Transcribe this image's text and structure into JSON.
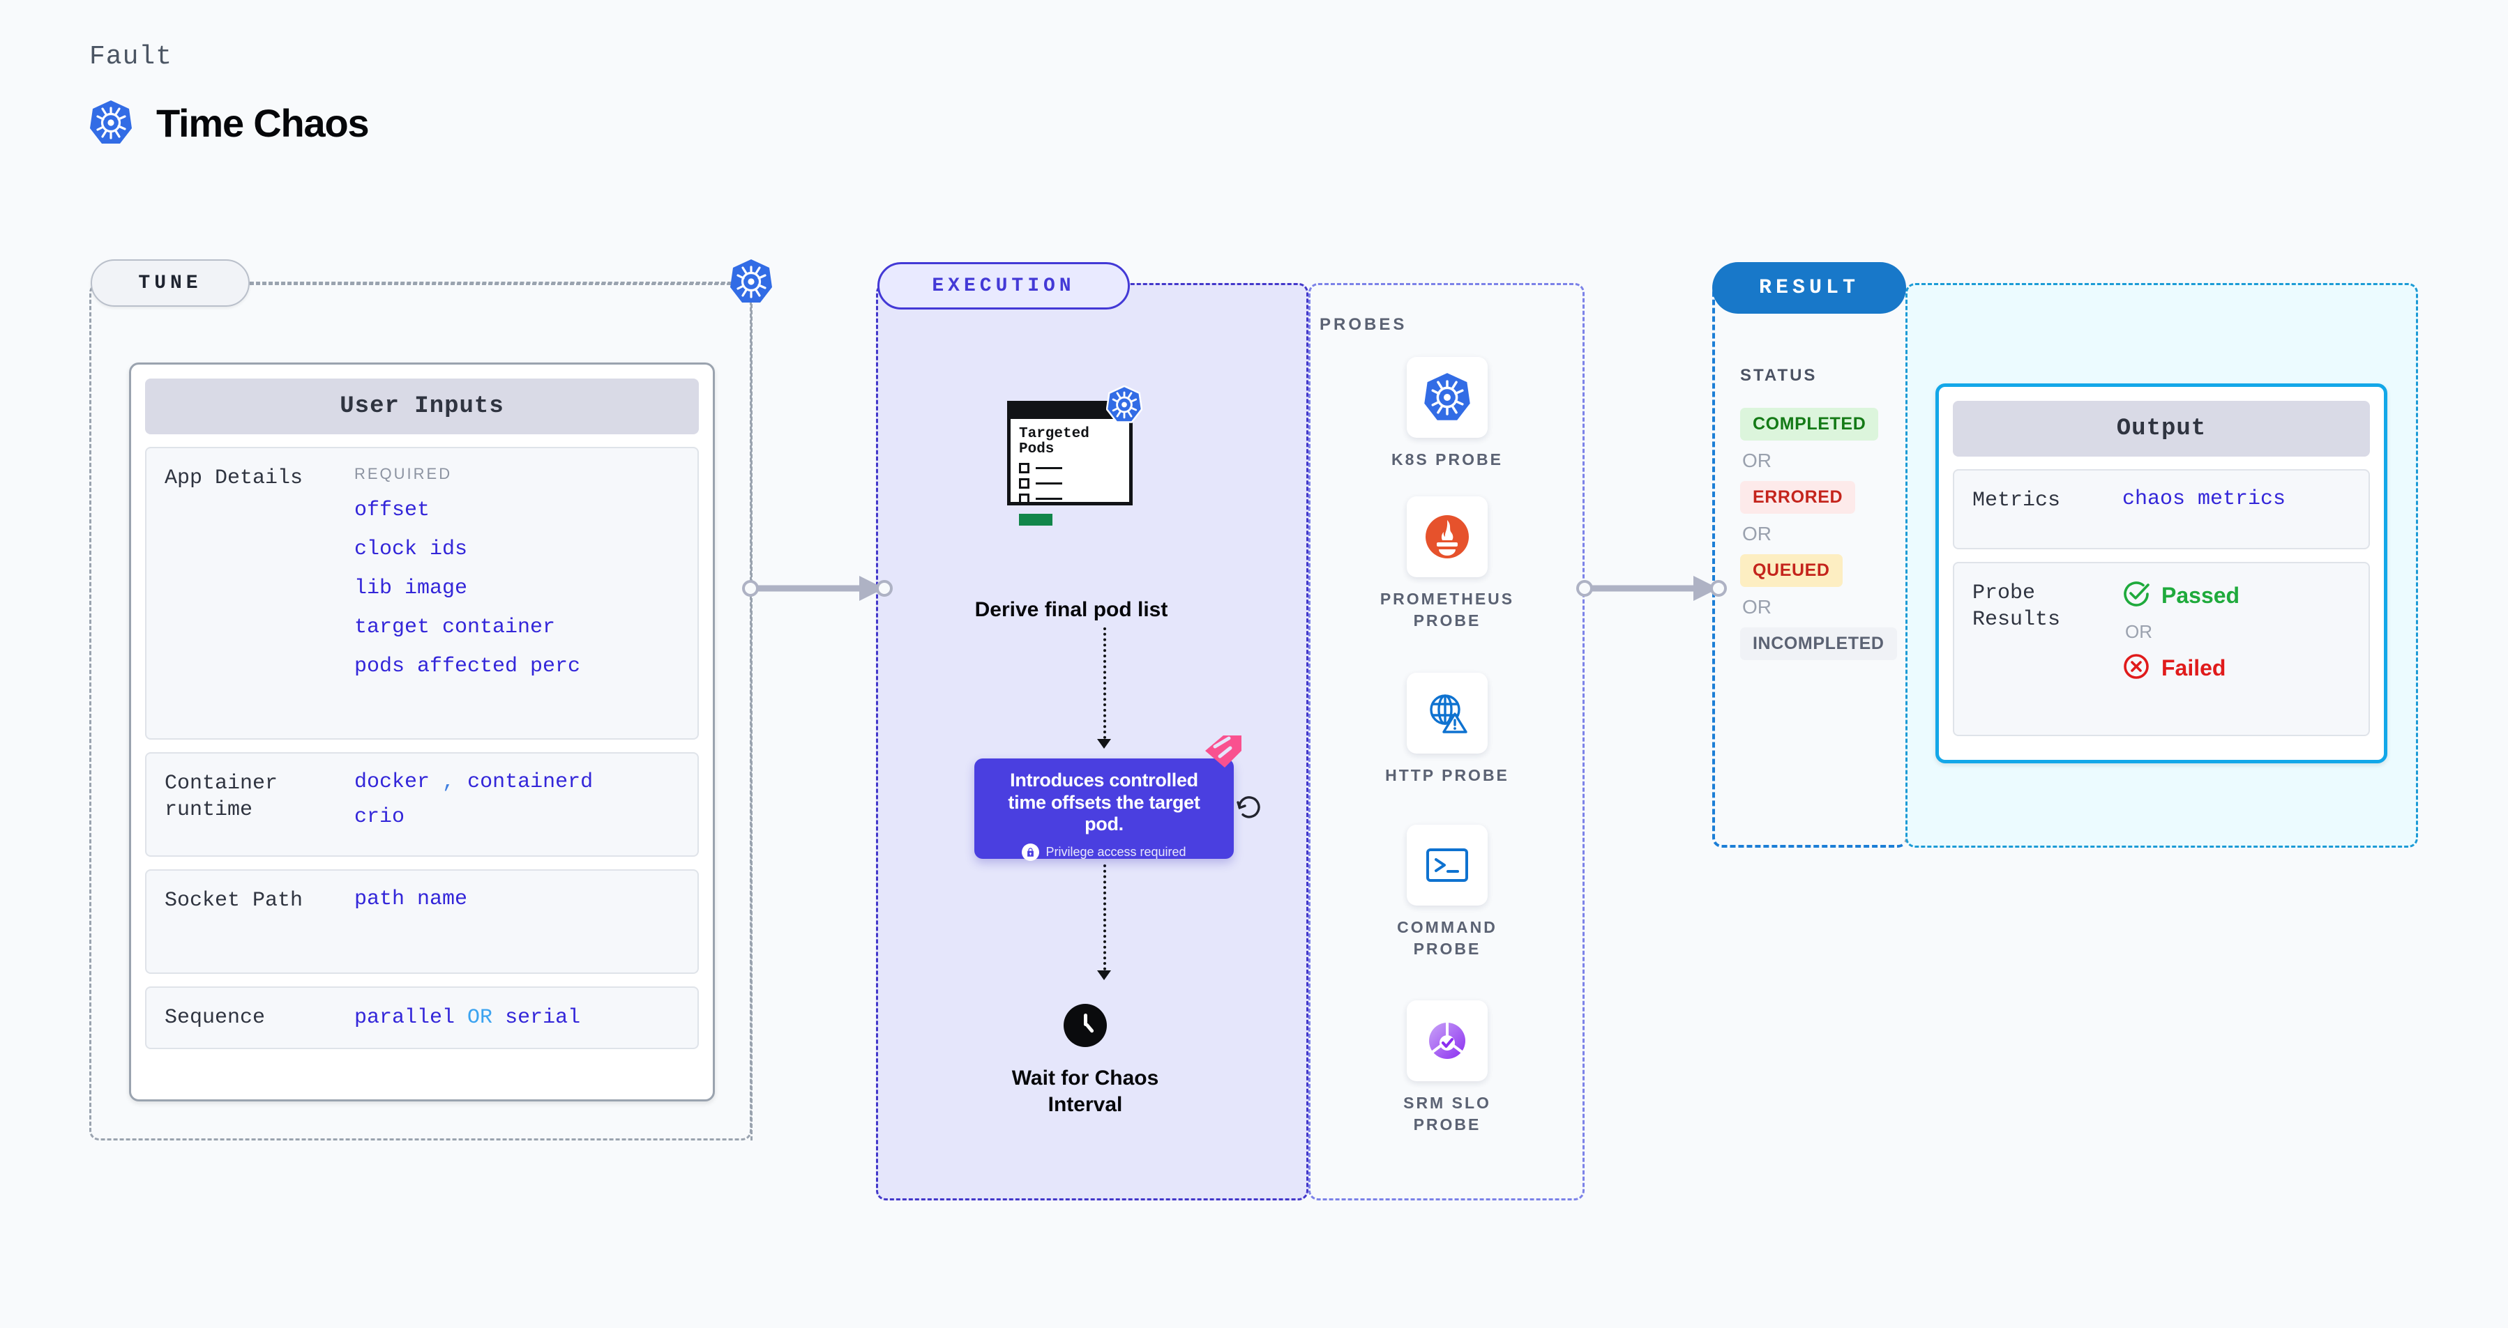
{
  "header": {
    "eyebrow": "Fault",
    "title": "Time Chaos",
    "logo_icon": "kubernetes-icon"
  },
  "colors": {
    "page_bg": "#f8fafc",
    "indigo": "#4339d6",
    "callout_purple": "#4a3fe0",
    "result_blue": "#1878c9",
    "cyan": "#13a7e8",
    "k8s_blue": "#326ce5",
    "prometheus_orange": "#e6522c",
    "pass_green": "#1faa3c",
    "fail_red": "#e01b1b",
    "pink": "#f9518f"
  },
  "stages": {
    "tune": {
      "label": "TUNE"
    },
    "execution": {
      "label": "EXECUTION"
    },
    "result": {
      "label": "RESULT"
    }
  },
  "tune": {
    "card_title": "User Inputs",
    "rows": [
      {
        "label": "App Details",
        "required_tag": "REQUIRED",
        "values": [
          "offset",
          "clock ids",
          "lib image",
          "target container",
          "pods affected perc"
        ]
      },
      {
        "label": "Container\nruntime",
        "values_line1": [
          "docker",
          ",",
          "containerd"
        ],
        "values_line2": [
          "crio"
        ]
      },
      {
        "label": "Socket Path",
        "values": [
          "path name"
        ]
      },
      {
        "label": "Sequence",
        "value_a": "parallel",
        "value_or": "OR",
        "value_b": "serial"
      }
    ]
  },
  "execution": {
    "pod_doc": {
      "title": "Targeted\nPods",
      "badge_icon": "kubernetes-icon"
    },
    "node1_label": "Derive final pod list",
    "callout": {
      "text": "Introduces controlled time offsets the target pod.",
      "note": "Privilege access required",
      "note_icon": "lock-icon",
      "ribbon_icon": "chaos-ribbon-icon",
      "loop_icon": "refresh-loop-icon"
    },
    "node2_label": "Wait for Chaos Interval",
    "node2_icon": "clock-icon"
  },
  "probes": {
    "title": "PROBES",
    "items": [
      {
        "label": "K8S PROBE",
        "icon": "kubernetes-icon"
      },
      {
        "label": "PROMETHEUS PROBE",
        "icon": "prometheus-icon"
      },
      {
        "label": "HTTP PROBE",
        "icon": "globe-warning-icon"
      },
      {
        "label": "COMMAND PROBE",
        "icon": "terminal-icon"
      },
      {
        "label": "SRM SLO PROBE",
        "icon": "slo-check-icon"
      }
    ]
  },
  "result": {
    "status_title": "STATUS",
    "or_label": "OR",
    "statuses": [
      {
        "label": "COMPLETED",
        "bg": "#dcf5dc",
        "fg": "#147a16"
      },
      {
        "label": "ERRORED",
        "bg": "#fdeaea",
        "fg": "#c4241c"
      },
      {
        "label": "QUEUED",
        "bg": "#fdeec2",
        "fg": "#c4241c"
      },
      {
        "label": "INCOMPLETED",
        "bg": "#f0f2f6",
        "fg": "#5b6273"
      }
    ],
    "output": {
      "card_title": "Output",
      "metrics_label": "Metrics",
      "metrics_value": "chaos metrics",
      "probe_results_label": "Probe\nResults",
      "passed_label": "Passed",
      "passed_icon": "check-circle-icon",
      "or_label": "OR",
      "failed_label": "Failed",
      "failed_icon": "x-circle-icon"
    }
  }
}
